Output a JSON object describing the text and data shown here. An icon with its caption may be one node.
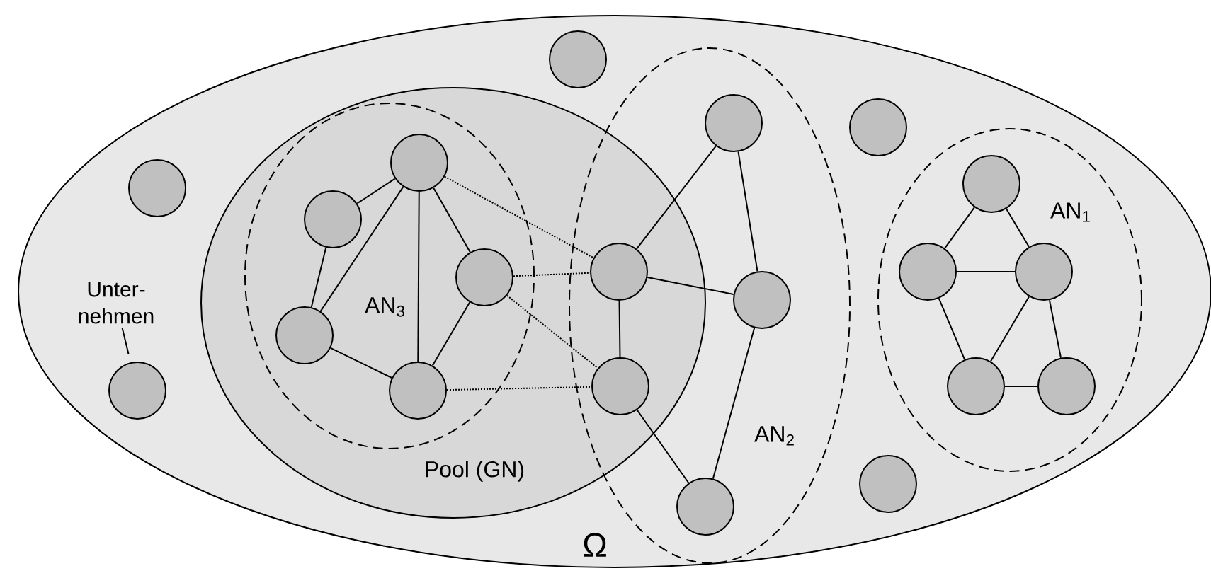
{
  "diagram": {
    "nodes": [
      {
        "text": [
          "Ω"
        ]
      },
      {
        "text": [
          "Pool (GN)"
        ],
        "in": 0
      },
      {
        "text": [
          "AN$_{3}$"
        ],
        "in": 1
      },
      {
        "text": [
          "AN$_{2}$"
        ],
        "in": 0
      },
      {
        "text": [
          "AN$_{1}$"
        ],
        "in": 0
      },
      {
        "text": [],
        "shape": "circle",
        "in": 0
      },
      {
        "text": [],
        "shape": "circle",
        "in": 0
      },
      {
        "text": [
          "Unter- nehmen"
        ],
        "in": 0
      },
      {
        "text": [],
        "shape": "circle",
        "in": 0
      },
      {
        "text": [],
        "shape": "circle",
        "in": 2
      },
      {
        "text": [],
        "shape": "circle",
        "in": 2
      },
      {
        "text": [],
        "shape": "circle",
        "in": 2
      },
      {
        "text": [],
        "shape": "circle",
        "in": 2
      },
      {
        "text": [],
        "shape": "circle",
        "in": 2
      },
      {
        "text": [],
        "shape": "circle"
      },
      {
        "text": [],
        "shape": "circle"
      },
      {
        "text": [],
        "shape": "circle",
        "in": 3
      },
      {
        "text": [],
        "shape": "circle",
        "in": 3
      },
      {
        "text": [],
        "shape": "circle",
        "in": 3
      },
      {
        "text": [],
        "shape": "circle",
        "in": 0
      },
      {
        "text": [],
        "shape": "circle",
        "in": 0
      },
      {
        "text": [],
        "shape": "circle",
        "in": 4
      },
      {
        "text": [],
        "shape": "circle",
        "in": 4
      },
      {
        "text": [],
        "shape": "circle",
        "in": 4
      },
      {
        "text": [],
        "shape": "circle",
        "in": 4
      },
      {
        "text": [],
        "shape": "circle",
        "in": 4
      }
    ],
    "edges": [
      {
        "from": 7,
        "to": 8,
        "arrow": "none"
      },
      {
        "from": 9,
        "to": 10,
        "arrow": "none"
      },
      {
        "from": 9,
        "to": 12,
        "arrow": "none"
      },
      {
        "from": 9,
        "to": 13,
        "arrow": "none"
      },
      {
        "from": 9,
        "to": 11,
        "arrow": "none"
      },
      {
        "from": 10,
        "to": 12,
        "arrow": "none"
      },
      {
        "from": 12,
        "to": 13,
        "arrow": "none"
      },
      {
        "from": 11,
        "to": 13,
        "arrow": "none"
      },
      {
        "from": 9,
        "to": 14,
        "arrow": "none",
        "style": "dashed"
      },
      {
        "from": 11,
        "to": 14,
        "arrow": "none",
        "style": "dashed"
      },
      {
        "from": 11,
        "to": 15,
        "arrow": "none",
        "style": "dashed"
      },
      {
        "from": 13,
        "to": 15,
        "arrow": "none",
        "style": "dashed"
      },
      {
        "from": 14,
        "to": 16,
        "arrow": "none"
      },
      {
        "from": 14,
        "to": 17,
        "arrow": "none"
      },
      {
        "from": 14,
        "to": 15,
        "arrow": "none"
      },
      {
        "from": 16,
        "to": 17,
        "arrow": "none"
      },
      {
        "from": 17,
        "to": 18,
        "arrow": "none"
      },
      {
        "from": 15,
        "to": 18,
        "arrow": "none"
      },
      {
        "from": 21,
        "to": 22,
        "arrow": "none"
      },
      {
        "from": 21,
        "to": 23,
        "arrow": "none"
      },
      {
        "from": 22,
        "to": 23,
        "arrow": "none"
      },
      {
        "from": 22,
        "to": 24,
        "arrow": "none"
      },
      {
        "from": 23,
        "to": 24,
        "arrow": "none"
      },
      {
        "from": 23,
        "to": 25,
        "arrow": "none"
      },
      {
        "from": 24,
        "to": 25,
        "arrow": "none"
      }
    ]
  }
}
